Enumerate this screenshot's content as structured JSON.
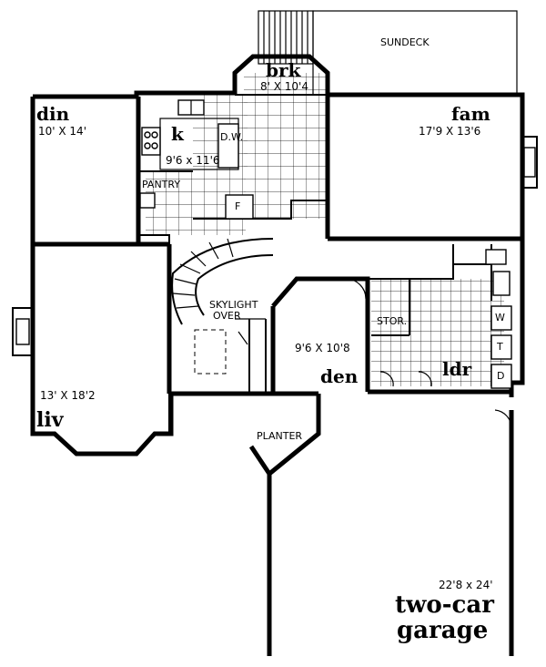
{
  "labels": {
    "sundeck": "SUNDECK",
    "brk": "brk",
    "brk_dim": "8' X 10'4",
    "din": "din",
    "din_dim": "10' X 14'",
    "k": "k",
    "k_dim": "9'6 x 11'6",
    "dw": "D.W.",
    "pantry": "PANTRY",
    "fridge": "F",
    "fam": "fam",
    "fam_dim": "17'9 X 13'6",
    "skylight": "SKYLIGHT",
    "over": "OVER",
    "stor": "STOR.",
    "washer": "W",
    "tub": "T",
    "dryer": "D",
    "den_dim": "9'6 X 10'8",
    "den": "den",
    "ldr": "ldr",
    "liv_dim": "13' X 18'2",
    "liv": "liv",
    "planter": "PLANTER",
    "garage_dim": "22'8 x 24'",
    "garage_l1": "two-car",
    "garage_l2": "garage"
  }
}
